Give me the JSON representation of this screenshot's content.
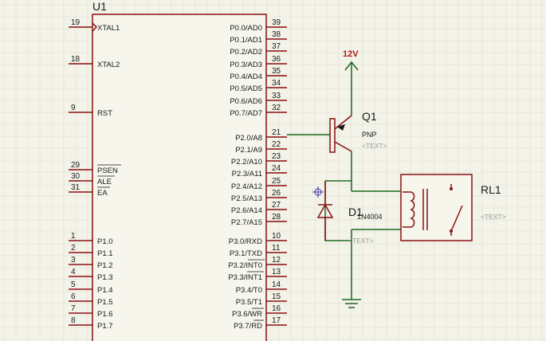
{
  "u1": {
    "ref": "U1",
    "left_pins": [
      {
        "num": "19",
        "name": "XTAL1"
      },
      {
        "num": "18",
        "name": "XTAL2"
      },
      {
        "num": "9",
        "name": "RST"
      },
      {
        "num": "29",
        "name": "PSEN"
      },
      {
        "num": "30",
        "name": "ALE"
      },
      {
        "num": "31",
        "name": "EA"
      },
      {
        "num": "1",
        "name": "P1.0"
      },
      {
        "num": "2",
        "name": "P1.1"
      },
      {
        "num": "3",
        "name": "P1.2"
      },
      {
        "num": "4",
        "name": "P1.3"
      },
      {
        "num": "5",
        "name": "P1.4"
      },
      {
        "num": "6",
        "name": "P1.5"
      },
      {
        "num": "7",
        "name": "P1.6"
      },
      {
        "num": "8",
        "name": "P1.7"
      }
    ],
    "right_pins": [
      {
        "num": "39",
        "name": "P0.0/AD0"
      },
      {
        "num": "38",
        "name": "P0.1/AD1"
      },
      {
        "num": "37",
        "name": "P0.2/AD2"
      },
      {
        "num": "36",
        "name": "P0.3/AD3"
      },
      {
        "num": "35",
        "name": "P0.4/AD4"
      },
      {
        "num": "34",
        "name": "P0.5/AD5"
      },
      {
        "num": "33",
        "name": "P0.6/AD6"
      },
      {
        "num": "32",
        "name": "P0.7/AD7"
      },
      {
        "num": "21",
        "name": "P2.0/A8"
      },
      {
        "num": "22",
        "name": "P2.1/A9"
      },
      {
        "num": "23",
        "name": "P2.2/A10"
      },
      {
        "num": "24",
        "name": "P2.3/A11"
      },
      {
        "num": "25",
        "name": "P2.4/A12"
      },
      {
        "num": "26",
        "name": "P2.5/A13"
      },
      {
        "num": "27",
        "name": "P2.6/A14"
      },
      {
        "num": "28",
        "name": "P2.7/A15"
      },
      {
        "num": "10",
        "name": "P3.0/RXD"
      },
      {
        "num": "11",
        "name": "P3.1/TXD"
      },
      {
        "num": "12",
        "name": "P3.2/INT0"
      },
      {
        "num": "13",
        "name": "P3.3/INT1"
      },
      {
        "num": "14",
        "name": "P3.4/T0"
      },
      {
        "num": "15",
        "name": "P3.5/T1"
      },
      {
        "num": "16",
        "name": "P3.6/WR"
      },
      {
        "num": "17",
        "name": "P3.7/RD"
      }
    ]
  },
  "q1": {
    "ref": "Q1",
    "value": "PNP",
    "text": "<TEXT>"
  },
  "d1": {
    "ref": "D1",
    "value": "1N4004",
    "text": "<TEXT>"
  },
  "rl1": {
    "ref": "RL1",
    "text": "<TEXT>"
  },
  "power": {
    "label": "12V"
  },
  "colors": {
    "background": "#f3f3e9",
    "grid": "#dcdccd",
    "component": "#8a1010",
    "wire": "#1e6a1e",
    "power_label": "#b01818"
  }
}
